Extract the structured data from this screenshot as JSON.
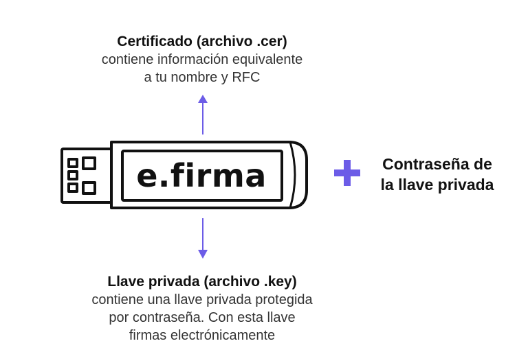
{
  "certificate": {
    "title": "Certificado (archivo .cer)",
    "lines": [
      "contiene información equivalente",
      "a tu nombre y RFC"
    ]
  },
  "usb": {
    "label": "e.firma"
  },
  "private_key": {
    "title": "Llave privada (archivo .key)",
    "lines": [
      "contiene una llave privada protegida",
      "por contraseña. Con esta llave",
      "firmas electrónicamente"
    ]
  },
  "password": {
    "lines": [
      "Contraseña de",
      "la llave privada"
    ]
  },
  "colors": {
    "accent": "#6c5ce7",
    "outline": "#111111",
    "text": "#333333"
  },
  "icons": {
    "plus": "plus-icon",
    "arrow_up": "arrow-up-icon",
    "arrow_down": "arrow-down-icon",
    "usb": "usb-drive-icon"
  }
}
